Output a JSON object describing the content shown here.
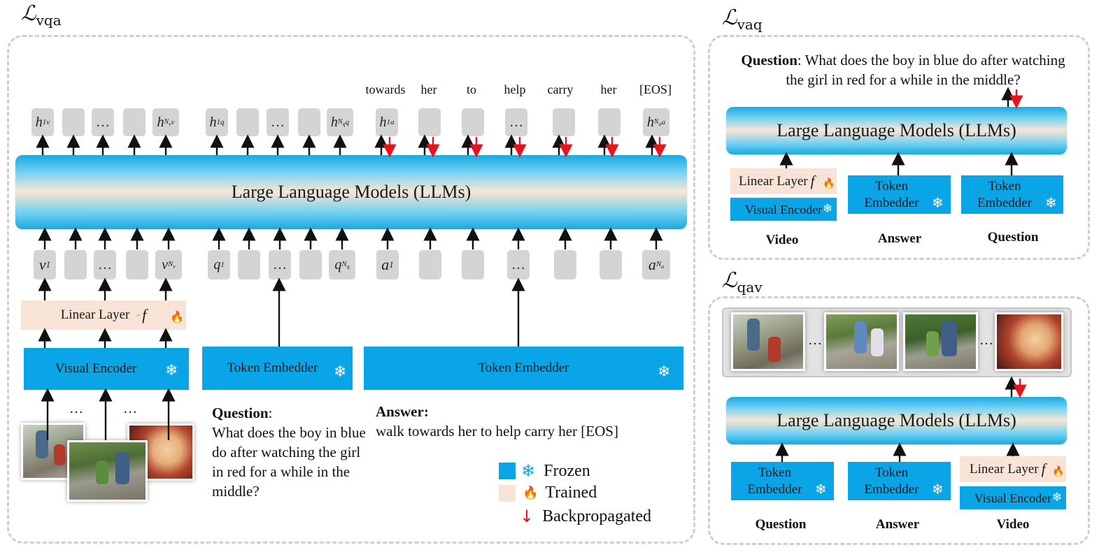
{
  "colors": {
    "frozen": "#0aa5e6",
    "trained": "#f8e3d7",
    "backprop": "#e8141b",
    "token": "#d4d4d4",
    "panel_border": "#cfcfcf"
  },
  "losses": {
    "vqa": "vqa",
    "vaq": "vaq",
    "qav": "qav",
    "symbol": "ℒ"
  },
  "main": {
    "llm_label": "Large Language Models (LLMs)",
    "answer_words": [
      "towards",
      "her",
      "to",
      "help",
      "carry",
      "her",
      "[EOS]"
    ],
    "visual_encoder": "Visual Encoder",
    "linear_layer": "Linear Layer",
    "linear_f": "f",
    "token_embedder_q": "Token Embedder",
    "token_embedder_a": "Token Embedder",
    "ellipsis": "…",
    "question_title": "Question",
    "question_colon": ":",
    "question_text": "What does the boy in blue do after watching the girl in red for a while in the middle?",
    "answer_title": "Answer:",
    "answer_text": "walk towards her to help carry her [EOS]",
    "legend": {
      "frozen": "Frozen",
      "trained": "Trained",
      "backprop": "Backpropagated"
    }
  },
  "vaq": {
    "question_title": "Question",
    "question_text": ": What does the boy in blue do after watching the girl in red for a while in the middle?",
    "llm_label": "Large Language Models (LLMs)",
    "linear_layer": "Linear Layer",
    "linear_f": "f",
    "visual_encoder": "Visual Encoder",
    "token_embedder_1": "Token Embedder",
    "token_embedder_2": "Token Embedder",
    "captions": [
      "Video",
      "Answer",
      "Question"
    ]
  },
  "qav": {
    "ellipsis": "…",
    "llm_label": "Large Language Models (LLMs)",
    "token_embedder_1": "Token Embedder",
    "token_embedder_2": "Token Embedder",
    "linear_layer": "Linear Layer",
    "linear_f": "f",
    "visual_encoder": "Visual Encoder",
    "captions": [
      "Question",
      "Answer",
      "Video"
    ]
  },
  "icons": {
    "frozen": "snowflake-icon",
    "trained": "fire-icon",
    "backprop": "red-down-arrow-icon"
  }
}
